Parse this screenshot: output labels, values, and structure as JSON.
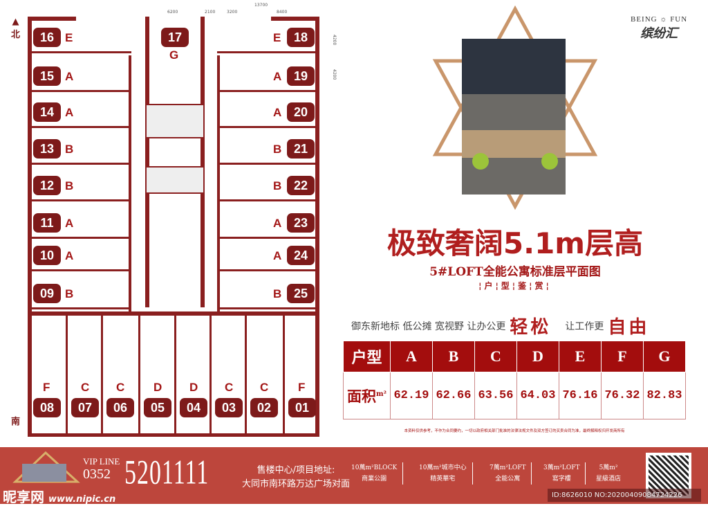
{
  "plan": {
    "north": "北",
    "south": "南",
    "dims": [
      "6200",
      "2100",
      "3200",
      "13700",
      "8400",
      "4200",
      "4200"
    ],
    "left_units": [
      {
        "n": "16",
        "t": "E"
      },
      {
        "n": "15",
        "t": "A"
      },
      {
        "n": "14",
        "t": "A"
      },
      {
        "n": "13",
        "t": "B"
      },
      {
        "n": "12",
        "t": "B"
      },
      {
        "n": "11",
        "t": "A"
      },
      {
        "n": "10",
        "t": "A"
      },
      {
        "n": "09",
        "t": "B"
      }
    ],
    "right_units": [
      {
        "n": "18",
        "t": "E"
      },
      {
        "n": "19",
        "t": "A"
      },
      {
        "n": "20",
        "t": "A"
      },
      {
        "n": "21",
        "t": "B"
      },
      {
        "n": "22",
        "t": "B"
      },
      {
        "n": "23",
        "t": "A"
      },
      {
        "n": "24",
        "t": "A"
      },
      {
        "n": "25",
        "t": "B"
      }
    ],
    "center_unit": {
      "n": "17",
      "t": "G"
    },
    "bottom_units": [
      {
        "n": "08",
        "t": "F"
      },
      {
        "n": "07",
        "t": "C"
      },
      {
        "n": "06",
        "t": "C"
      },
      {
        "n": "05",
        "t": "D"
      },
      {
        "n": "04",
        "t": "D"
      },
      {
        "n": "03",
        "t": "C"
      },
      {
        "n": "02",
        "t": "C"
      },
      {
        "n": "01",
        "t": "F"
      }
    ]
  },
  "logo": {
    "en": "BEING ☼ FUN",
    "cn": "缤纷汇"
  },
  "headline": "极致奢阔5.1m层高",
  "subtitle": "5#LOFT全能公寓标准层平面图",
  "subtitle2": "¦户¦型¦鉴¦赏¦",
  "slogan": {
    "a": "御东新地标 低公摊 宽视野 让办公更",
    "b": "轻松",
    "c": "让工作更",
    "d": "自由"
  },
  "table": {
    "h1": "户型",
    "h2": "面积",
    "unit": "m²",
    "types": [
      "A",
      "B",
      "C",
      "D",
      "E",
      "F",
      "G"
    ],
    "areas": [
      "62.19",
      "62.66",
      "63.56",
      "64.03",
      "76.16",
      "76.32",
      "82.83"
    ]
  },
  "disclaimer": "本资料仅供参考，不作为合同要约，一切以政府相关部门批准的法律法规文件及双方签订的买卖合同为准，最终解释权归开发商所有",
  "footer": {
    "vip": "VIP LINE",
    "area_code": "0352",
    "phone": "5201111",
    "addr_label": "售楼中心/项目地址:",
    "addr": "大同市南环路万达广场对面",
    "features": [
      {
        "a": "10萬m²BLOCK",
        "b": "商業公園"
      },
      {
        "a": "10萬m²城市中心",
        "b": "精英華宅"
      },
      {
        "a": "7萬m²LOFT",
        "b": "全能公寓"
      },
      {
        "a": "3萬m²LOFT",
        "b": "寫字樓"
      },
      {
        "a": "5萬m²",
        "b": "星級酒店"
      }
    ],
    "watermark": "昵享网",
    "watermark_url": "www.nipic.cn",
    "id": "ID:8626010 NO:20200409084724226"
  },
  "colors": {
    "red": "#a30d0d",
    "footer": "#bd463c",
    "wall": "#8a1f1f"
  }
}
